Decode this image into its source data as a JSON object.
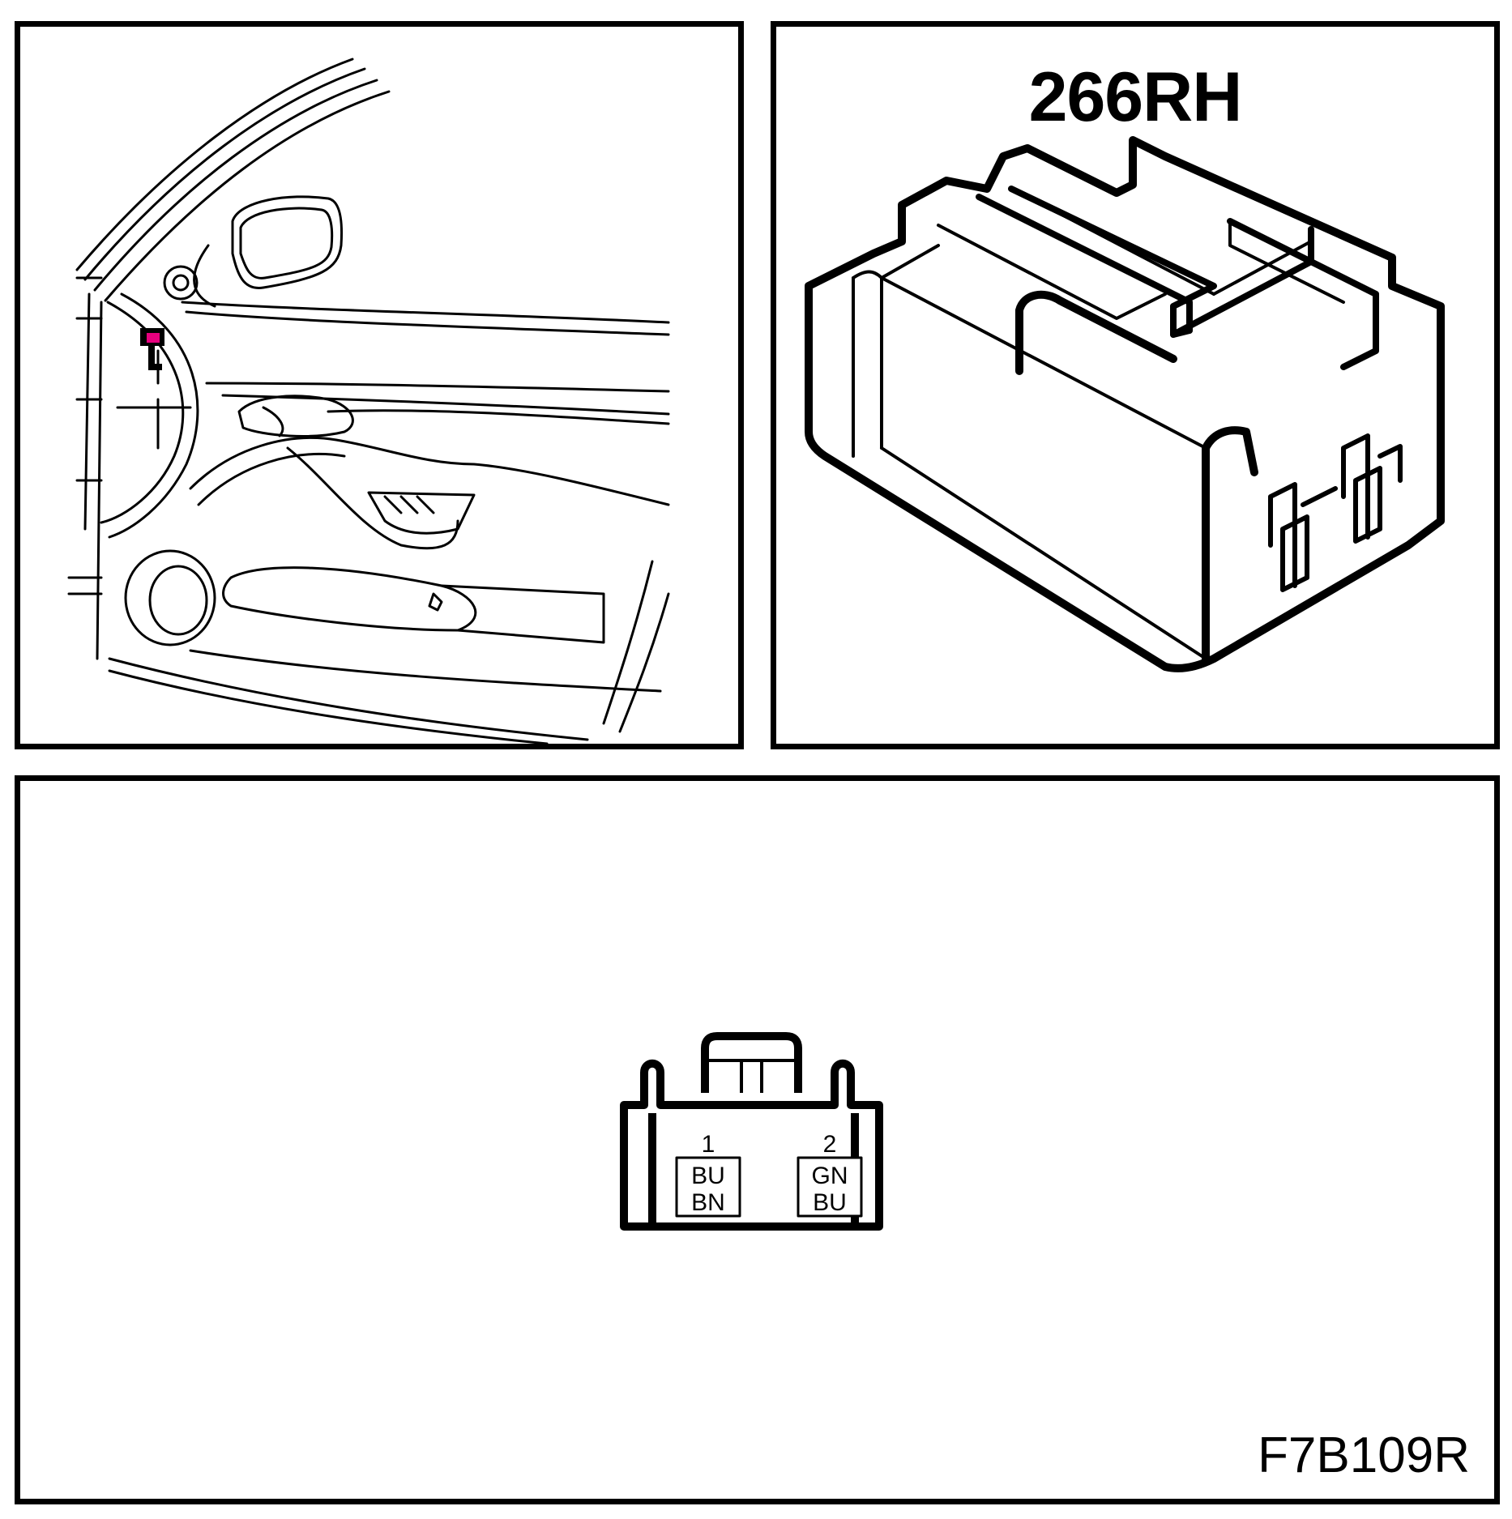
{
  "connector": {
    "name": "266RH",
    "highlight_color": "#e6007e",
    "pins": [
      {
        "number": "1",
        "colors": [
          "BU",
          "BN"
        ]
      },
      {
        "number": "2",
        "colors": [
          "GN",
          "BU"
        ]
      }
    ]
  },
  "figure_code": "F7B109R"
}
